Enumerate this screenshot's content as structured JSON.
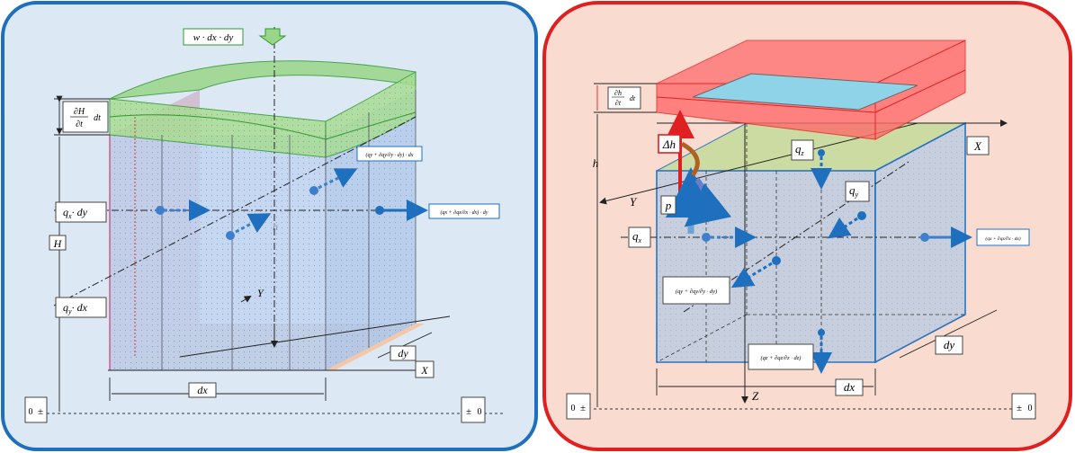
{
  "left_panel": {
    "labels": {
      "top_flux": "w · dx · dy",
      "dH_num": "∂H",
      "dH_den": "∂t",
      "dH_dt": "dt",
      "qx_in": "q",
      "qx_sub": "x",
      "qx_in_tail": "· dy",
      "qy_in": "q",
      "qy_sub": "y",
      "qy_in_tail": "· dx",
      "qx_out": "(qx + ∂qx/∂x · dx) · dy",
      "qy_out": "(qy + ∂qy/∂y · dy) · dx",
      "H": "H",
      "h": "h",
      "Y": "Y",
      "X": "X",
      "dx": "dx",
      "dy": "dy",
      "zero_left": "0",
      "zero_right": "0",
      "pm": "±"
    },
    "colors": {
      "panel_bg": "#dde8f5",
      "border": "#1f6fbf",
      "green": "#8fd18f"
    }
  },
  "right_panel": {
    "labels": {
      "dh_num": "∂h",
      "dh_den": "∂t",
      "dh_dt": "dt",
      "h": "h",
      "delta_h": "Δh",
      "p": "p",
      "qz": "q",
      "qz_sub": "z",
      "qy": "q",
      "qy_sub": "y",
      "qx": "q",
      "qx_sub": "x",
      "qx_out": "(qx + ∂qx/∂x · dx)",
      "qy_out_a": "(qy + ∂qy/∂y · dy)",
      "qz_out": "(qz + ∂qz/∂z · dz)",
      "X": "X",
      "Y": "Y",
      "Z": "Z",
      "dx": "dx",
      "dy": "dy",
      "zero_left": "0",
      "zero_right": "0",
      "pm": "±"
    },
    "colors": {
      "panel_bg": "#fadbd0",
      "border": "#e02020",
      "red": "#ff5a5a"
    }
  }
}
